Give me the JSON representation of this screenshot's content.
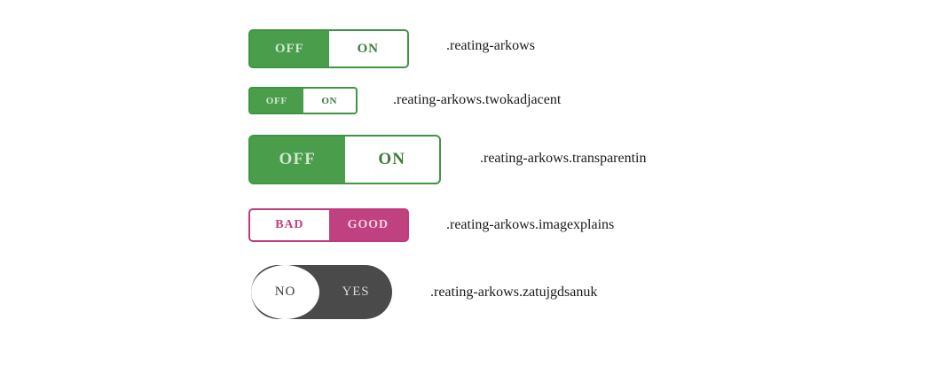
{
  "page": {
    "background": "#ffffff",
    "title": "Toggle switch style variants"
  },
  "palette": {
    "green_fill": "#4a9e4b",
    "green_border": "#3f9642",
    "green_text_on_white": "#3c7a3e",
    "green_text_on_fill": "#cfe6cf",
    "pink_fill": "#c0417f",
    "pink_border": "#c03a7c",
    "pink_text_on_white": "#c0417f",
    "pink_text_on_fill": "#f3d0e2",
    "dark_fill": "#4a4a4a",
    "dark_knob": "#ffffff",
    "dark_text_on_fill": "#d8d8d8",
    "dark_text_on_knob": "#3a3a3a",
    "label_text": "#1a1a1a"
  },
  "toggles": [
    {
      "id": "reating-arkows",
      "class_label": ".reating-arkows",
      "left_label": "OFF",
      "right_label": "ON",
      "active_side": "right",
      "theme": "green",
      "size": "default"
    },
    {
      "id": "twokadjacent",
      "class_label": ".reating-arkows.twokadjacent",
      "left_label": "OFF",
      "right_label": "ON",
      "active_side": "right",
      "theme": "green",
      "size": "small"
    },
    {
      "id": "transparentin",
      "class_label": ".reating-arkows.transparentin",
      "left_label": "OFF",
      "right_label": "ON",
      "active_side": "right",
      "theme": "green",
      "size": "large"
    },
    {
      "id": "imagexplains",
      "class_label": ".reating-arkows.imagexplains",
      "left_label": "BAD",
      "right_label": "GOOD",
      "active_side": "left",
      "theme": "pink",
      "size": "default"
    },
    {
      "id": "zatujgdsanuk",
      "class_label": ".reating-arkows.zatujgdsanuk",
      "left_label": "NO",
      "right_label": "YES",
      "active_side": "left",
      "theme": "dark-pill",
      "size": "pill"
    }
  ]
}
